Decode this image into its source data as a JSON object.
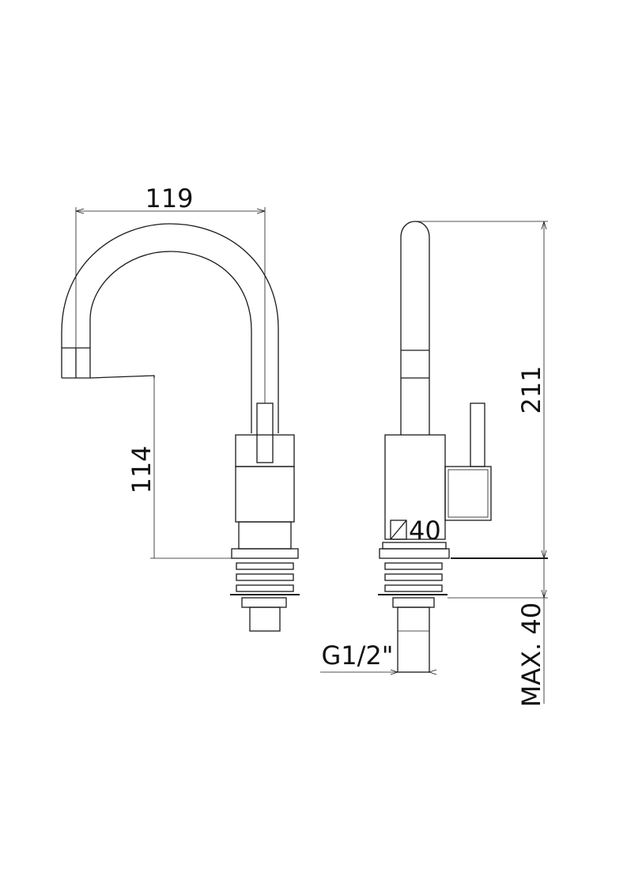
{
  "dimensions": {
    "width_119": "119",
    "height_114": "114",
    "height_211": "211",
    "square_40": "40",
    "max_40": "MAX. 40",
    "thread": "G1/2\""
  },
  "colors": {
    "line": "#1a1a1a",
    "background": "#ffffff"
  }
}
